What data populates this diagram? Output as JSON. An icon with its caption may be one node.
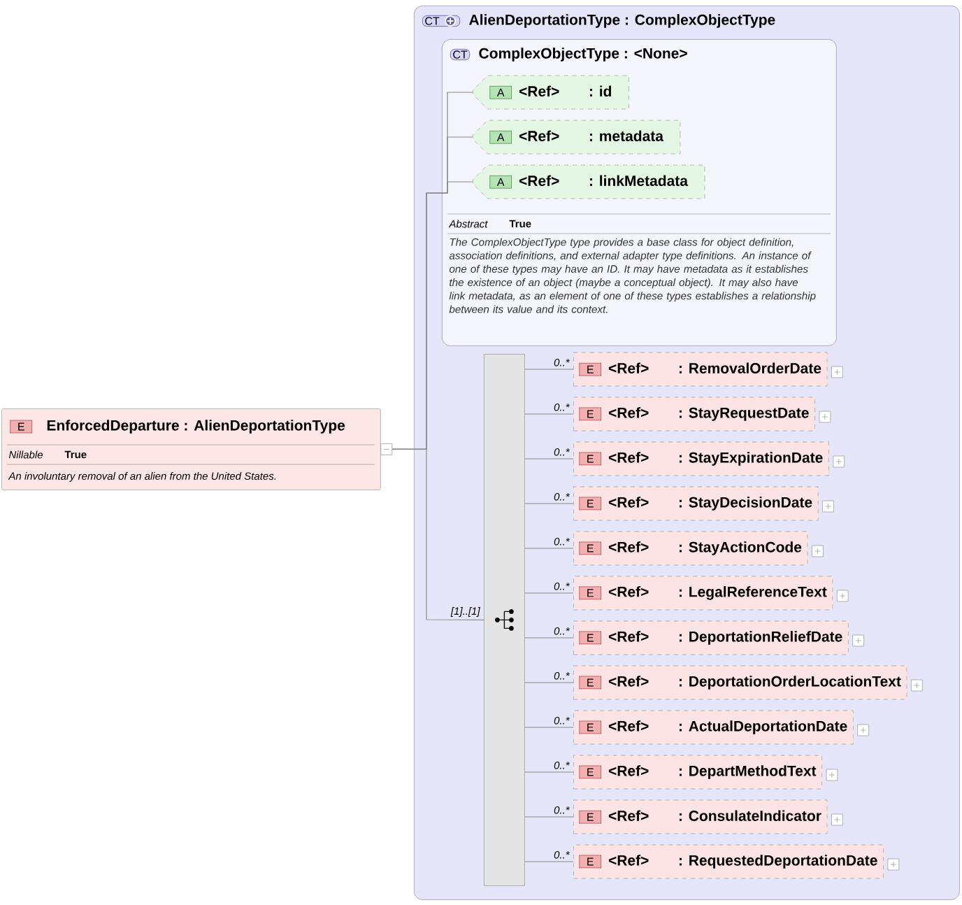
{
  "diagram": {
    "nodes": [
      {
        "text": [
          "E",
          "EnforcedDeparture : AlienDeportationType",
          "Nillable",
          "True",
          "An involuntary removal of an alien from the United States."
        ]
      },
      {
        "text": [
          "CT",
          "AlienDeportationType : ComplexObjectType"
        ]
      },
      {
        "text": [
          "CT",
          "ComplexObjectType : <None>",
          "Abstract",
          "True",
          "The ComplexObjectType type provides a base class for object definition, association definitions, and external adapter type definitions. An instance of one of these types may have an ID. It may have metadata as it establishes the existence of an object (maybe a conceptual object). It may also have link metadata, as an element of one of these types establishes a relationship between its value and its context."
        ],
        "in": 1
      },
      {
        "text": [
          "A",
          "<Ref>",
          ": id"
        ],
        "in": 2
      },
      {
        "text": [
          "A",
          "<Ref>",
          ": metadata"
        ],
        "in": 2
      },
      {
        "text": [
          "A",
          "<Ref>",
          ": linkMetadata"
        ],
        "in": 2
      },
      {
        "text": [],
        "shape": "bar",
        "in": 1
      },
      {
        "text": [
          "E",
          "<Ref>",
          ": RemovalOrderDate"
        ],
        "in": 1
      },
      {
        "text": [
          "E",
          "<Ref>",
          ": StayRequestDate"
        ],
        "in": 1
      },
      {
        "text": [
          "E",
          "<Ref>",
          ": StayExpirationDate"
        ],
        "in": 1
      },
      {
        "text": [
          "E",
          "<Ref>",
          ": StayDecisionDate"
        ],
        "in": 1
      },
      {
        "text": [
          "E",
          "<Ref>",
          ": StayActionCode"
        ],
        "in": 1
      },
      {
        "text": [
          "E",
          "<Ref>",
          ": LegalReferenceText"
        ],
        "in": 1
      },
      {
        "text": [
          "E",
          "<Ref>",
          ": DeportationReliefDate"
        ],
        "in": 1
      },
      {
        "text": [
          "E",
          "<Ref>",
          ": DeportationOrderLocationText"
        ],
        "in": 1
      },
      {
        "text": [
          "E",
          "<Ref>",
          ": ActualDeportationDate"
        ],
        "in": 1
      },
      {
        "text": [
          "E",
          "<Ref>",
          ": DepartMethodText"
        ],
        "in": 1
      },
      {
        "text": [
          "E",
          "<Ref>",
          ": ConsulateIndicator"
        ],
        "in": 1
      },
      {
        "text": [
          "E",
          "<Ref>",
          ": RequestedDeportationDate"
        ],
        "in": 1
      }
    ],
    "edges": [
      {
        "from": 0,
        "to": 3,
        "arrow": "none"
      },
      {
        "from": 0,
        "to": 4,
        "arrow": "none"
      },
      {
        "from": 0,
        "to": 5,
        "arrow": "none"
      },
      {
        "from": 0,
        "to": 6,
        "arrow": "none",
        "label": "[1]..[1]"
      },
      {
        "from": 6,
        "to": 7,
        "arrow": "none",
        "label": "0..*"
      },
      {
        "from": 6,
        "to": 8,
        "arrow": "none",
        "label": "0..*"
      },
      {
        "from": 6,
        "to": 9,
        "arrow": "none",
        "label": "0..*"
      },
      {
        "from": 6,
        "to": 10,
        "arrow": "none",
        "label": "0..*"
      },
      {
        "from": 6,
        "to": 11,
        "arrow": "none",
        "label": "0..*"
      },
      {
        "from": 6,
        "to": 12,
        "arrow": "none",
        "label": "0..*"
      },
      {
        "from": 6,
        "to": 13,
        "arrow": "none",
        "label": "0..*"
      },
      {
        "from": 6,
        "to": 14,
        "arrow": "none",
        "label": "0..*"
      },
      {
        "from": 6,
        "to": 15,
        "arrow": "none",
        "label": "0..*"
      },
      {
        "from": 6,
        "to": 16,
        "arrow": "none",
        "label": "0..*"
      },
      {
        "from": 6,
        "to": 17,
        "arrow": "none",
        "label": "0..*"
      },
      {
        "from": 6,
        "to": 18,
        "arrow": "none",
        "label": "0..*"
      }
    ]
  }
}
